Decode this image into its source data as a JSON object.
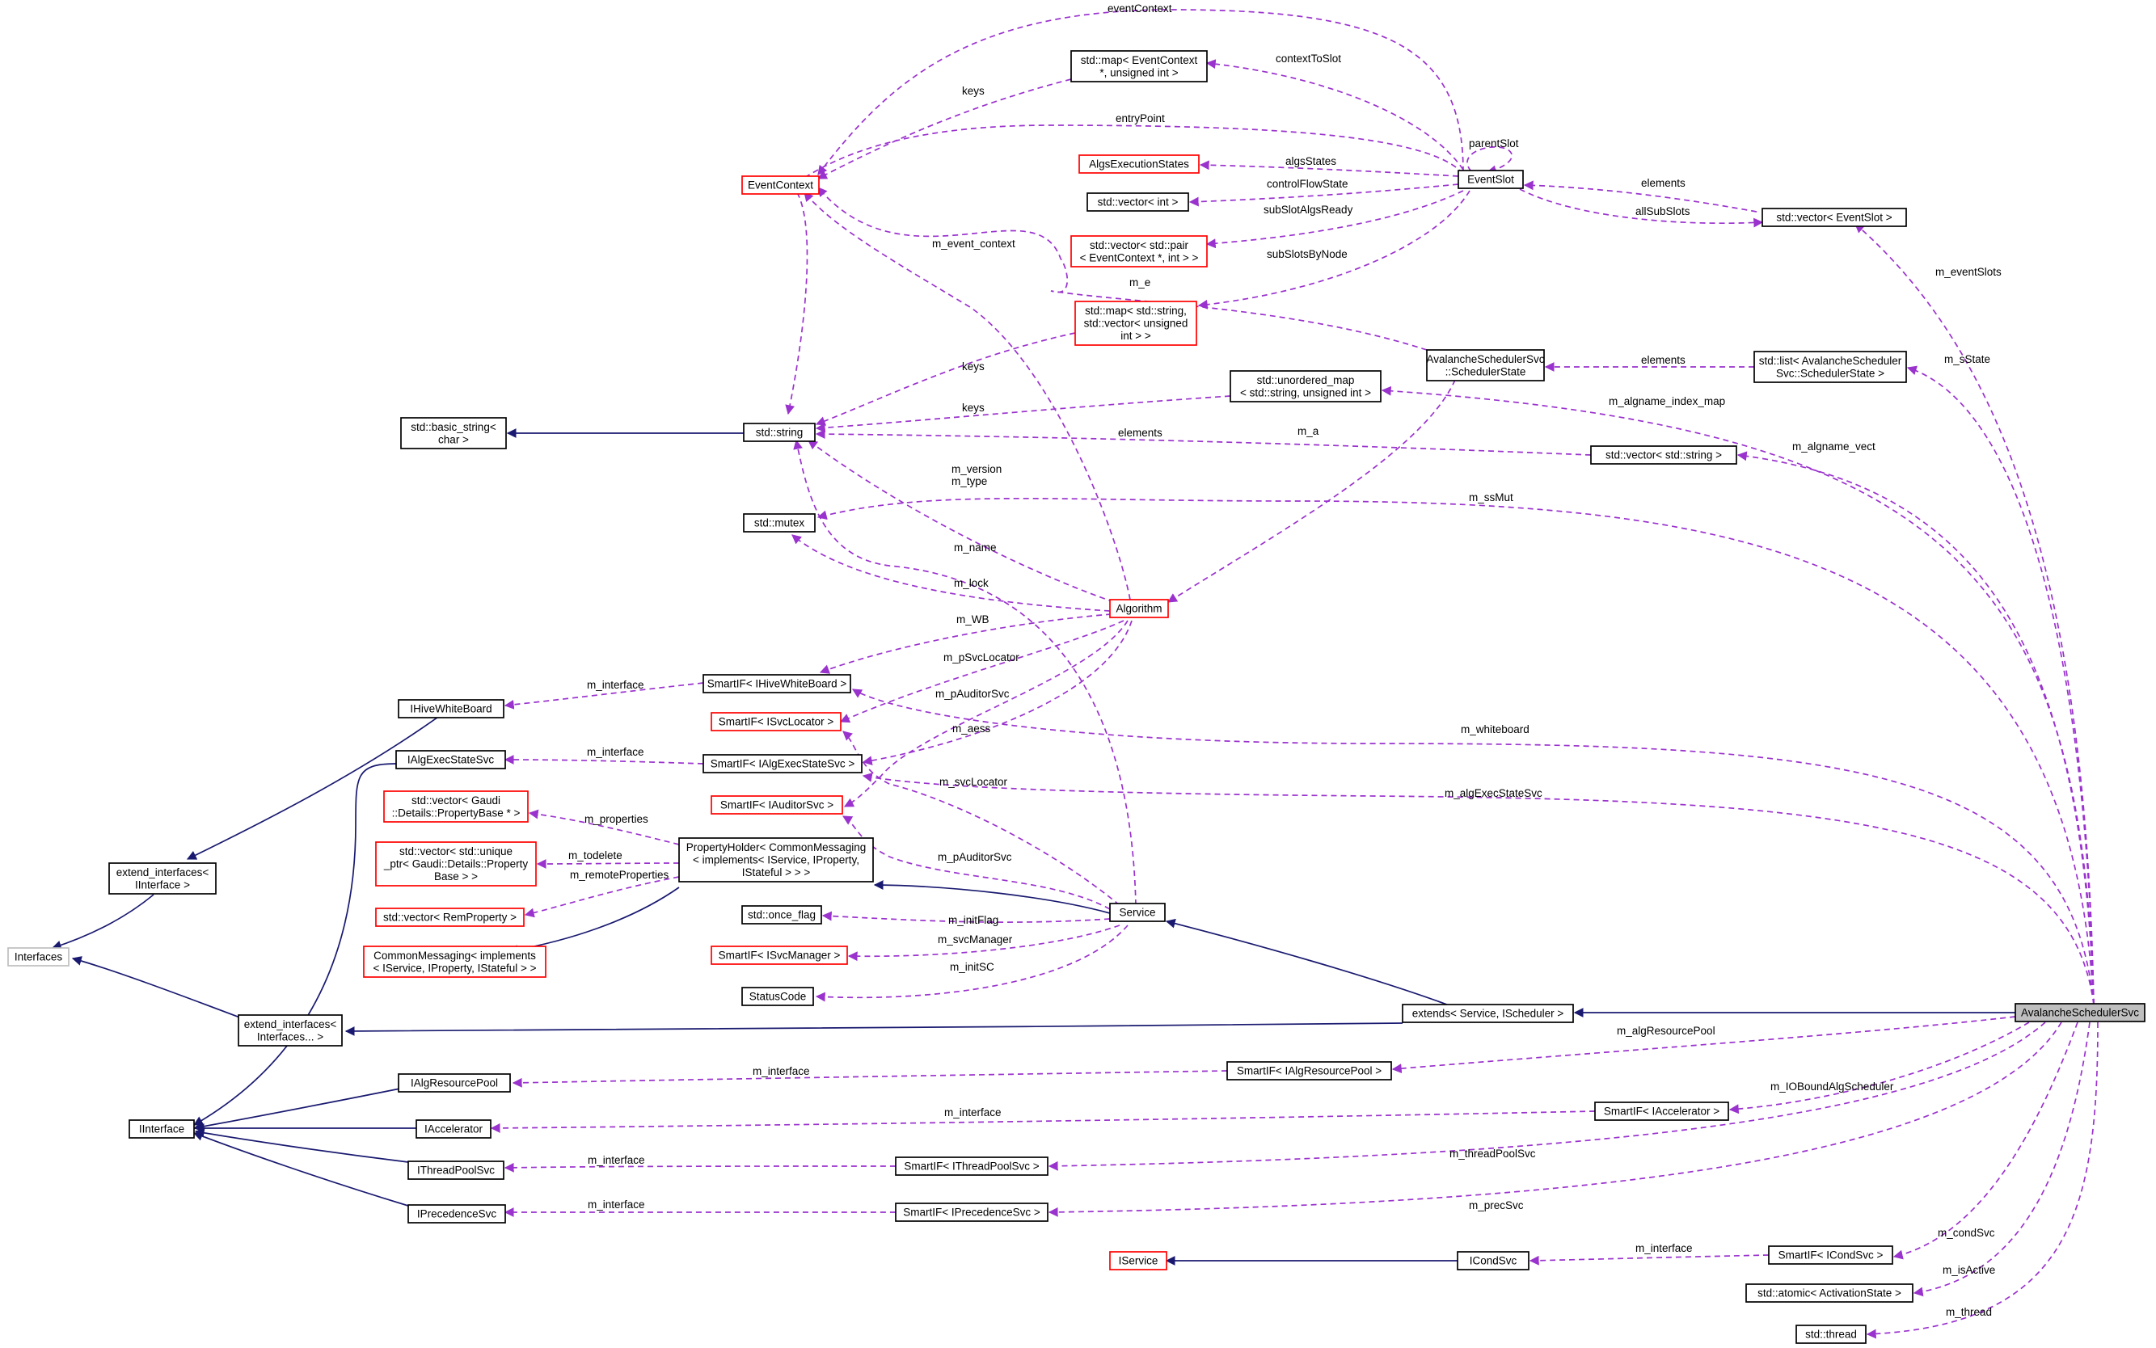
{
  "diagram": {
    "nodes": {
      "interfaces": {
        "lines": [
          "Interfaces"
        ],
        "border": "gray"
      },
      "iinterface": {
        "lines": [
          "IInterface"
        ]
      },
      "extend_iinterface": {
        "lines": [
          "extend_interfaces<",
          "IInterface >"
        ]
      },
      "extend_interfaces_dots": {
        "lines": [
          "extend_interfaces<",
          "Interfaces... >"
        ]
      },
      "ihivewhiteboard": {
        "lines": [
          "IHiveWhiteBoard"
        ]
      },
      "ialgexecstatesvc": {
        "lines": [
          "IAlgExecStateSvc"
        ]
      },
      "ialgresourcepool": {
        "lines": [
          "IAlgResourcePool"
        ]
      },
      "iaccelerator": {
        "lines": [
          "IAccelerator"
        ]
      },
      "ithreadpoolsvc": {
        "lines": [
          "IThreadPoolSvc"
        ]
      },
      "iprecedencesvc": {
        "lines": [
          "IPrecedenceSvc"
        ]
      },
      "basic_string": {
        "lines": [
          "std::basic_string<",
          "char >"
        ]
      },
      "std_string": {
        "lines": [
          "std::string"
        ]
      },
      "std_mutex": {
        "lines": [
          "std::mutex"
        ]
      },
      "vec_propbase": {
        "lines": [
          "std::vector< Gaudi",
          "::Details::PropertyBase * >"
        ],
        "border": "red"
      },
      "vec_uniqueptr": {
        "lines": [
          "std::vector< std::unique",
          "_ptr< Gaudi::Details::Property",
          "Base > >"
        ],
        "border": "red"
      },
      "vec_remprop": {
        "lines": [
          "std::vector< RemProperty >"
        ],
        "border": "red"
      },
      "commonmessaging": {
        "lines": [
          "CommonMessaging< implements",
          "< IService, IProperty, IStateful > >"
        ],
        "border": "red"
      },
      "propertyholder": {
        "lines": [
          "PropertyHolder< CommonMessaging",
          "< implements< IService, IProperty,",
          "IStateful > > >"
        ]
      },
      "eventcontext": {
        "lines": [
          "EventContext"
        ],
        "border": "red"
      },
      "smartif_hivewb": {
        "lines": [
          "SmartIF< IHiveWhiteBoard >"
        ]
      },
      "smartif_svclocator": {
        "lines": [
          "SmartIF< ISvcLocator >"
        ],
        "border": "red"
      },
      "smartif_algexec": {
        "lines": [
          "SmartIF< IAlgExecStateSvc >"
        ]
      },
      "smartif_auditor": {
        "lines": [
          "SmartIF< IAuditorSvc >"
        ],
        "border": "red"
      },
      "once_flag": {
        "lines": [
          "std::once_flag"
        ]
      },
      "smartif_svcmanager": {
        "lines": [
          "SmartIF< ISvcManager >"
        ],
        "border": "red"
      },
      "statuscode": {
        "lines": [
          "StatusCode"
        ]
      },
      "map_eventcontext": {
        "lines": [
          "std::map< EventContext",
          "*, unsigned int >"
        ]
      },
      "algsexecstates": {
        "lines": [
          "AlgsExecutionStates"
        ],
        "border": "red"
      },
      "vec_int": {
        "lines": [
          "std::vector< int >"
        ]
      },
      "vec_pair": {
        "lines": [
          "std::vector< std::pair",
          "< EventContext *, int > >"
        ],
        "border": "red"
      },
      "map_string_vec": {
        "lines": [
          "std::map< std::string,",
          "std::vector< unsigned",
          "int > >"
        ],
        "border": "red"
      },
      "unordered_map": {
        "lines": [
          "std::unordered_map",
          "< std::string, unsigned int >"
        ]
      },
      "algorithm": {
        "lines": [
          "Algorithm"
        ],
        "border": "red"
      },
      "service": {
        "lines": [
          "Service"
        ]
      },
      "eventslot": {
        "lines": [
          "EventSlot"
        ]
      },
      "scheduler_state": {
        "lines": [
          "AvalancheSchedulerSvc",
          "::SchedulerState"
        ]
      },
      "vec_eventslot": {
        "lines": [
          "std::vector< EventSlot >"
        ]
      },
      "list_schedstate": {
        "lines": [
          "std::list< AvalancheScheduler",
          "Svc::SchedulerState >"
        ]
      },
      "vec_string": {
        "lines": [
          "std::vector< std::string >"
        ]
      },
      "extends_service": {
        "lines": [
          "extends< Service, IScheduler >"
        ]
      },
      "smartif_algpool": {
        "lines": [
          "SmartIF< IAlgResourcePool >"
        ]
      },
      "smartif_accel": {
        "lines": [
          "SmartIF< IAccelerator >"
        ]
      },
      "smartif_threadpool": {
        "lines": [
          "SmartIF< IThreadPoolSvc >"
        ]
      },
      "smartif_prec": {
        "lines": [
          "SmartIF< IPrecedenceSvc >"
        ]
      },
      "iservice": {
        "lines": [
          "IService"
        ],
        "border": "red"
      },
      "icondsvc": {
        "lines": [
          "ICondSvc"
        ]
      },
      "smartif_cond": {
        "lines": [
          "SmartIF< ICondSvc >"
        ]
      },
      "atomic_state": {
        "lines": [
          "std::atomic< ActivationState >"
        ]
      },
      "std_thread": {
        "lines": [
          "std::thread"
        ]
      },
      "avalanche": {
        "lines": [
          "AvalancheSchedulerSvc"
        ],
        "fill": "selected"
      }
    },
    "edge_labels": {
      "eventContext": "eventContext",
      "keys_map": "keys",
      "contextToSlot": "contextToSlot",
      "entryPoint": "entryPoint",
      "parentSlot": "parentSlot",
      "algsStates": "algsStates",
      "controlFlowState": "controlFlowState",
      "elements_slot": "elements",
      "subSlotAlgsReady": "subSlotAlgsReady",
      "allSubSlots": "allSubSlots",
      "m_event_context": "m_event_context",
      "subSlotsByNode": "subSlotsByNode",
      "m_eventSlots": "m_eventSlots",
      "m_e": "m_e",
      "elements_state": "elements",
      "m_sState": "m_sState",
      "keys_submap": "keys",
      "keys_unordered": "keys",
      "m_algname_index_map": "m_algname_index_map",
      "elements_str": "elements",
      "m_a": "m_a",
      "m_algname_vect": "m_algname_vect",
      "m_version": "m_version",
      "m_type": "m_type",
      "m_ssMut": "m_ssMut",
      "m_name": "m_name",
      "m_lock": "m_lock",
      "m_WB": "m_WB",
      "m_pSvcLocator": "m_pSvcLocator",
      "m_interface_hive": "m_interface",
      "m_pAuditorSvc_alg": "m_pAuditorSvc",
      "m_whiteboard": "m_whiteboard",
      "m_interface_algexec": "m_interface",
      "m_aess": "m_aess",
      "m_svcLocator": "m_svcLocator",
      "m_algExecStateSvc": "m_algExecStateSvc",
      "m_properties": "m_properties",
      "m_todelete": "m_todelete",
      "m_pAuditorSvc_svc": "m_pAuditorSvc",
      "m_remoteProperties": "m_remoteProperties",
      "m_initFlag": "m_initFlag",
      "m_svcManager": "m_svcManager",
      "m_initSC": "m_initSC",
      "m_algResourcePool": "m_algResourcePool",
      "m_interface_pool": "m_interface",
      "m_IOBoundAlgScheduler": "m_IOBoundAlgScheduler",
      "m_interface_accel": "m_interface",
      "m_interface_thread": "m_interface",
      "m_threadPoolSvc": "m_threadPoolSvc",
      "m_interface_prec": "m_interface",
      "m_precSvc": "m_precSvc",
      "m_condSvc": "m_condSvc",
      "m_interface_cond": "m_interface",
      "m_isActive": "m_isActive",
      "m_thread": "m_thread"
    }
  }
}
